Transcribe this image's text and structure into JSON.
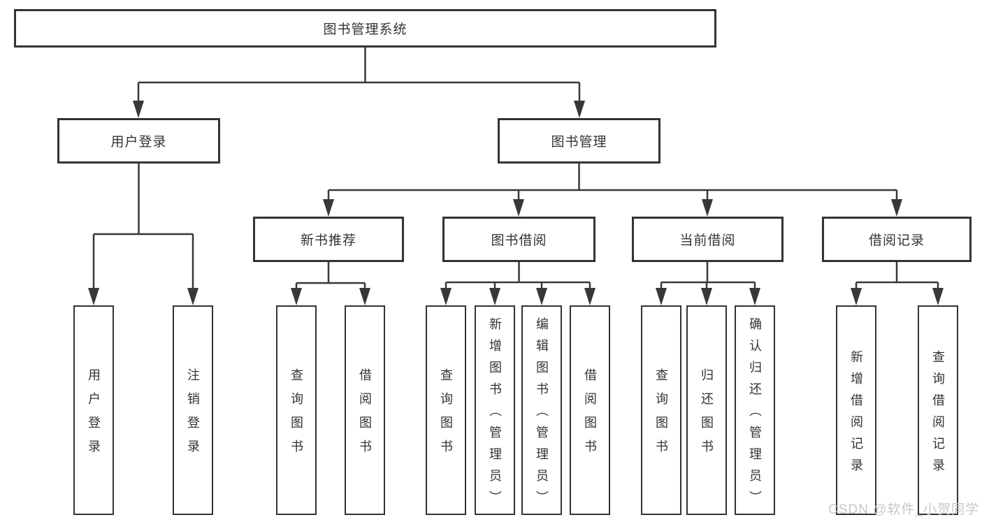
{
  "tree": {
    "label": "图书管理系统",
    "children": [
      {
        "label": "用户登录",
        "children": [
          {
            "label": "用户登录"
          },
          {
            "label": "注销登录"
          }
        ]
      },
      {
        "label": "图书管理",
        "children": [
          {
            "label": "新书推荐",
            "children": [
              {
                "label": "查询图书"
              },
              {
                "label": "借阅图书"
              }
            ]
          },
          {
            "label": "图书借阅",
            "children": [
              {
                "label": "查询图书"
              },
              {
                "label": "新增图书（管理员）"
              },
              {
                "label": "编辑图书（管理员）"
              },
              {
                "label": "借阅图书"
              }
            ]
          },
          {
            "label": "当前借阅",
            "children": [
              {
                "label": "查询图书"
              },
              {
                "label": "归还图书"
              },
              {
                "label": "确认归还（管理员）"
              }
            ]
          },
          {
            "label": "借阅记录",
            "children": [
              {
                "label": "新增借阅记录"
              },
              {
                "label": "查询借阅记录"
              }
            ]
          }
        ]
      }
    ]
  },
  "watermark": {
    "text": "CSDN @软件_小贺同学"
  },
  "colors": {
    "line": "#383838",
    "box_border": "#333333",
    "text": "#333333",
    "watermark_text": "#c8c8c8",
    "background": "#ffffff"
  }
}
